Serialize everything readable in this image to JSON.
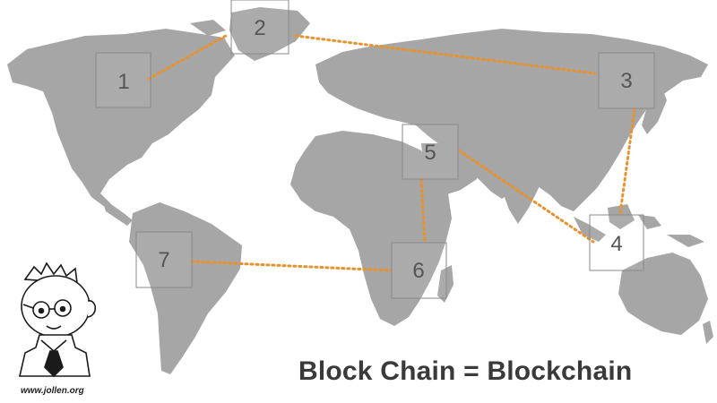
{
  "title": "Block Chain = Blockchain",
  "site": "www.jollen.org",
  "colors": {
    "land": "#a6a6a6",
    "link": "#e8922e",
    "text": "#3a3a3a"
  },
  "nodes": [
    {
      "id": "n1",
      "label": "1"
    },
    {
      "id": "n2",
      "label": "2"
    },
    {
      "id": "n3",
      "label": "3"
    },
    {
      "id": "n4",
      "label": "4"
    },
    {
      "id": "n5",
      "label": "5"
    },
    {
      "id": "n6",
      "label": "6"
    },
    {
      "id": "n7",
      "label": "7"
    }
  ],
  "links": [
    {
      "from": "1",
      "to": "2"
    },
    {
      "from": "2",
      "to": "3"
    },
    {
      "from": "3",
      "to": "4"
    },
    {
      "from": "4",
      "to": "5"
    },
    {
      "from": "5",
      "to": "6"
    },
    {
      "from": "6",
      "to": "7"
    }
  ],
  "mascot": "cartoon-boy-with-glasses-icon"
}
